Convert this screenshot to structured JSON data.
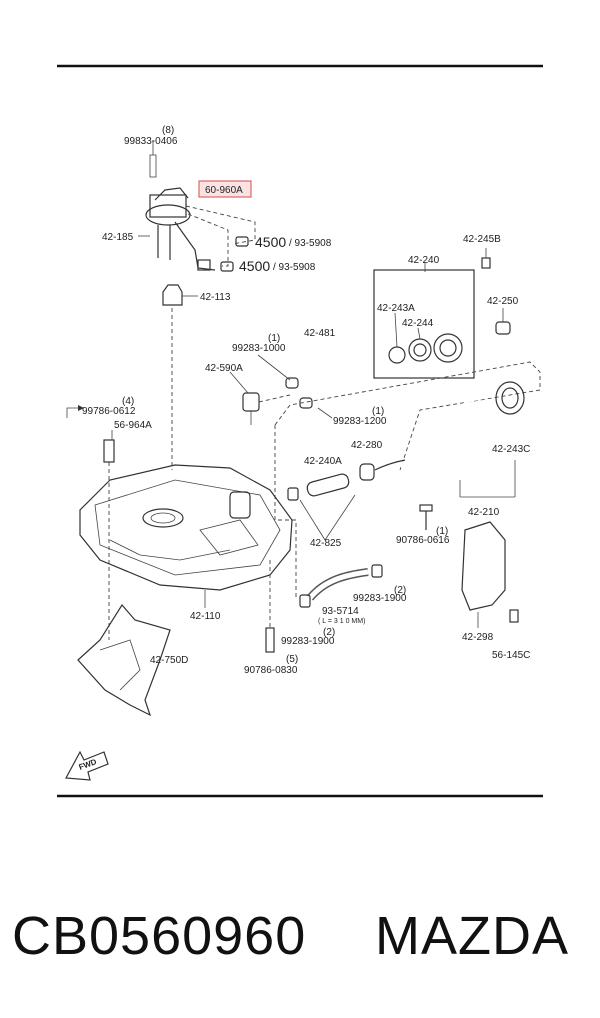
{
  "labels": {
    "l_99833_0406": "99833-0406",
    "l_8": "(8)",
    "l_60_960A": "60-960A",
    "l_42_185": "42-185",
    "l_4500a": "4500",
    "l_93_5908a": "/ 93-5908",
    "l_4500b": "4500",
    "l_93_5908b": "/ 93-5908",
    "l_42_113": "42-113",
    "l_42_245B": "42-245B",
    "l_42_240": "42-240",
    "l_42_250": "42-250",
    "l_42_243A": "42-243A",
    "l_42_244": "42-244",
    "l_42_481": "42-481",
    "l_1a": "(1)",
    "l_99283_1000": "99283-1000",
    "l_42_590A": "42-590A",
    "l_4": "(4)",
    "l_99786_0612": "99786-0612",
    "l_56_964A": "56-964A",
    "l_1b": "(1)",
    "l_99283_1200": "99283-1200",
    "l_42_280": "42-280",
    "l_42_240A": "42-240A",
    "l_42_243C": "42-243C",
    "l_42_210": "42-210",
    "l_1c": "(1)",
    "l_90786_0616": "90786-0616",
    "l_42_825": "42-825",
    "l_2a": "(2)",
    "l_99283_1900a": "99283-1900",
    "l_93_5714": "93-5714",
    "l_L310": "( L = 3 1 0 MM)",
    "l_2b": "(2)",
    "l_99283_1900b": "99283-1900",
    "l_42_110": "42-110",
    "l_42_298": "42-298",
    "l_56_145C": "56-145C",
    "l_42_750D": "42-750D",
    "l_5": "(5)",
    "l_90786_0830": "90786-0830",
    "l_fwd": "FWD"
  },
  "footer": {
    "part_number": "CB0560960",
    "brand": "MAZDA"
  },
  "colors": {
    "highlight": "#e06666",
    "line": "#333333"
  }
}
